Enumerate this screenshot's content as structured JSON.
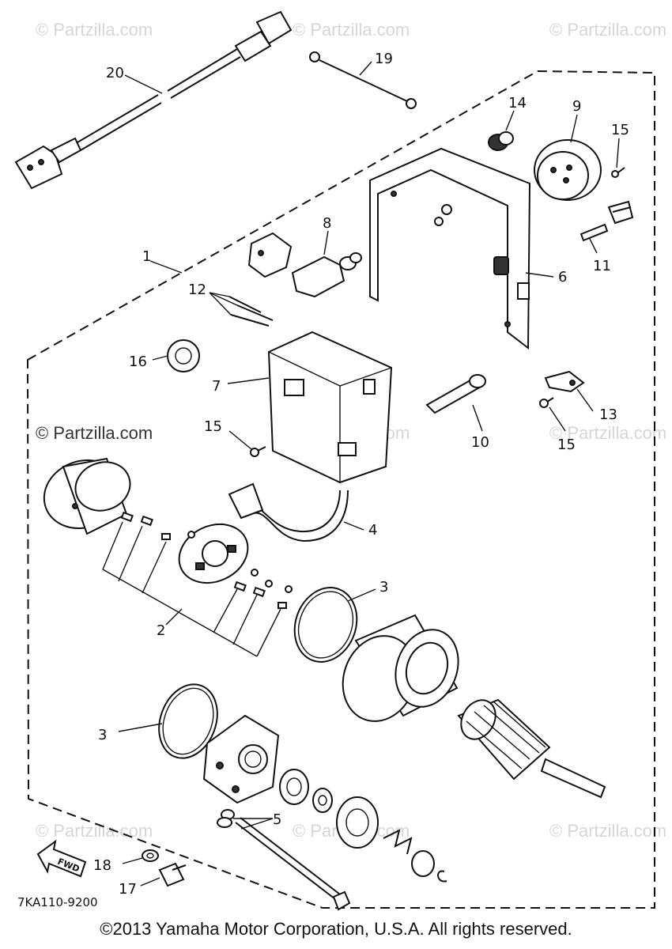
{
  "watermark": "© Partzilla.com",
  "watermark_prominent": "© Partzilla.com",
  "diagram_code": "7KA110-9200",
  "fwd_label": "FWD",
  "copyright": "©2013  Yamaha Motor Corporation, U.S.A. All rights reserved.",
  "callouts": {
    "p1": "1",
    "p2": "2",
    "p3a": "3",
    "p3b": "3",
    "p4": "4",
    "p5": "5",
    "p6": "6",
    "p7": "7",
    "p8": "8",
    "p9": "9",
    "p10": "10",
    "p11": "11",
    "p12": "12",
    "p13": "13",
    "p14": "14",
    "p15a": "15",
    "p15b": "15",
    "p15c": "15",
    "p16": "16",
    "p17": "17",
    "p18": "18",
    "p19": "19",
    "p20": "20"
  }
}
